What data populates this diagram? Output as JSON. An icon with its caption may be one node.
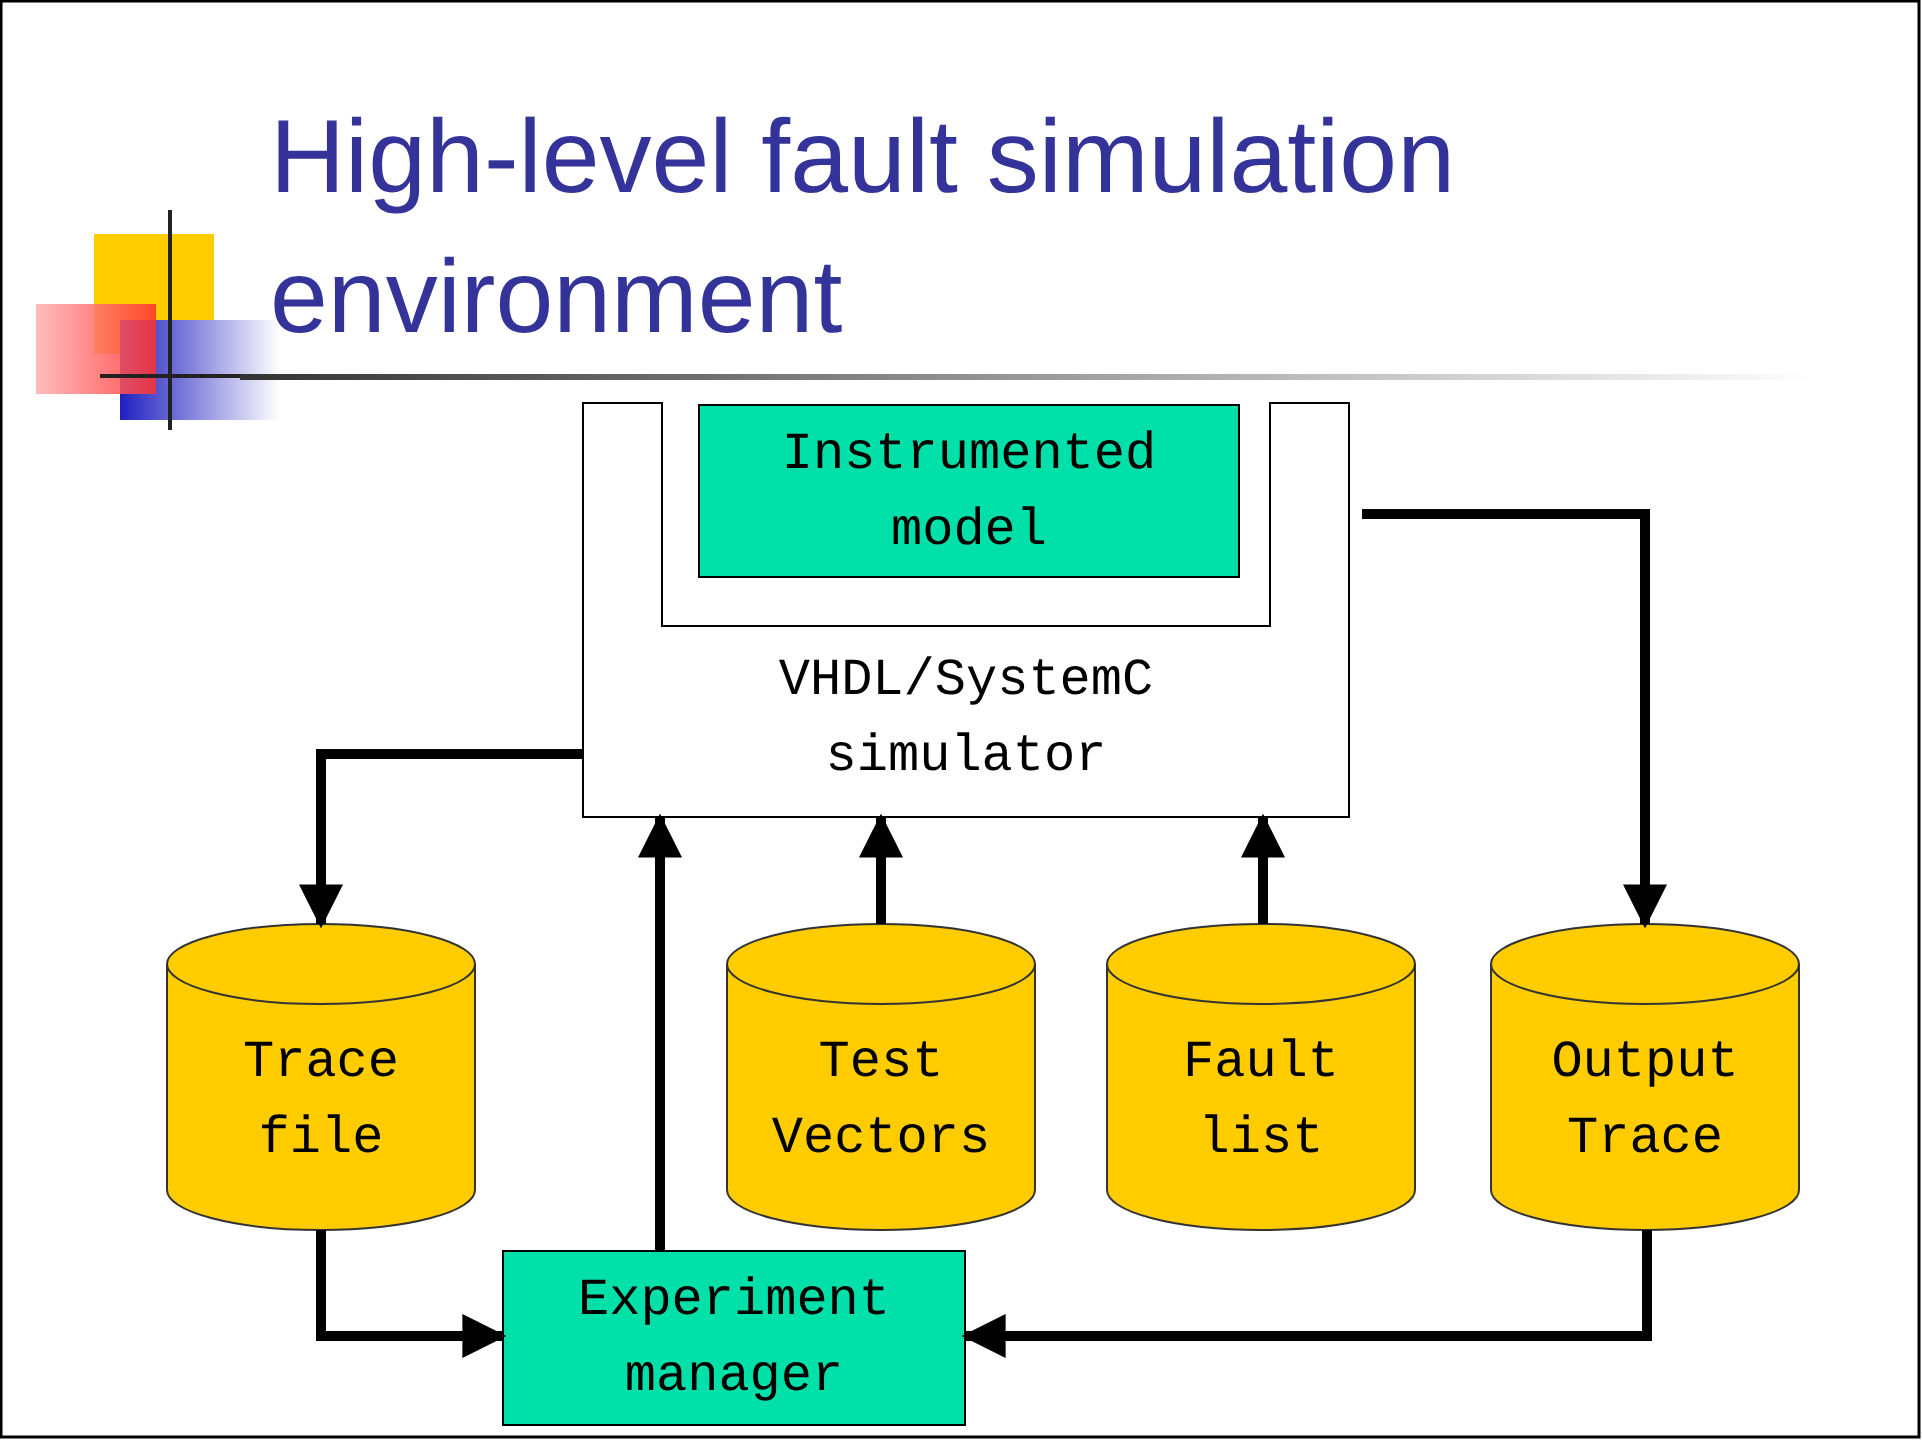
{
  "diagram": {
    "title": "High-level fault simulation environment",
    "nodes": [
      {
        "text": [
          "VHDL/SystemC simulator"
        ]
      },
      {
        "text": [
          "Instrumented model"
        ]
      },
      {
        "text": [
          "Trace file"
        ]
      },
      {
        "text": [
          "Test Vectors"
        ]
      },
      {
        "text": [
          "Fault list"
        ]
      },
      {
        "text": [
          "Output Trace"
        ]
      },
      {
        "text": [
          "Experiment manager"
        ]
      }
    ],
    "edges": [
      {
        "from": 0,
        "to": 2,
        "arrow": "to"
      },
      {
        "from": 0,
        "to": 5,
        "arrow": "to"
      },
      {
        "from": 6,
        "to": 0,
        "arrow": "to"
      },
      {
        "from": 3,
        "to": 0,
        "arrow": "to"
      },
      {
        "from": 4,
        "to": 0,
        "arrow": "to"
      },
      {
        "from": 2,
        "to": 6,
        "arrow": "to"
      },
      {
        "from": 5,
        "to": 6,
        "arrow": "to"
      }
    ]
  }
}
